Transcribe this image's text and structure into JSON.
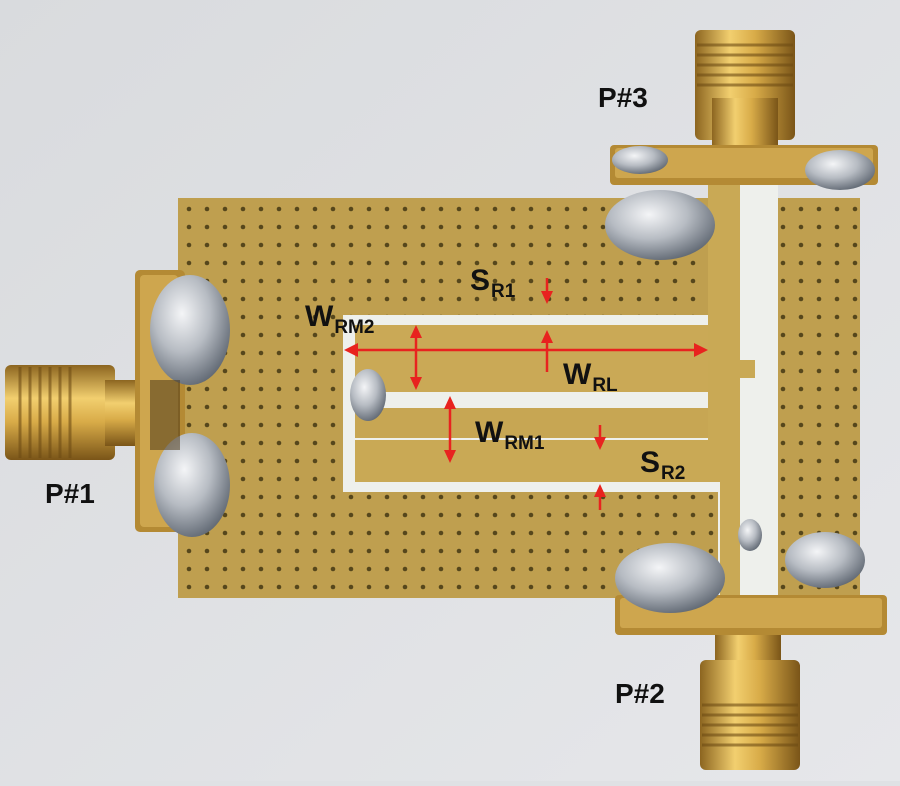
{
  "photo": {
    "subject": "fabricated microstrip circuit board with three SMA connectors",
    "colors": {
      "background": "#dfe1e4",
      "board": "#c7a653",
      "substrate_gap": "#eef0ec",
      "via": "#5a4a1e",
      "connector_gold": "#d2a546",
      "solder": "#b9bec4",
      "annotation_arrow": "#e8231f"
    }
  },
  "labels": {
    "p1": "P#1",
    "p2": "P#2",
    "p3": "P#3",
    "wrm2_main": "W",
    "wrm2_sub": "RM2",
    "sr1_main": "S",
    "sr1_sub": "R1",
    "wrl_main": "W",
    "wrl_sub": "RL",
    "wrm1_main": "W",
    "wrm1_sub": "RM1",
    "sr2_main": "S",
    "sr2_sub": "R2"
  }
}
